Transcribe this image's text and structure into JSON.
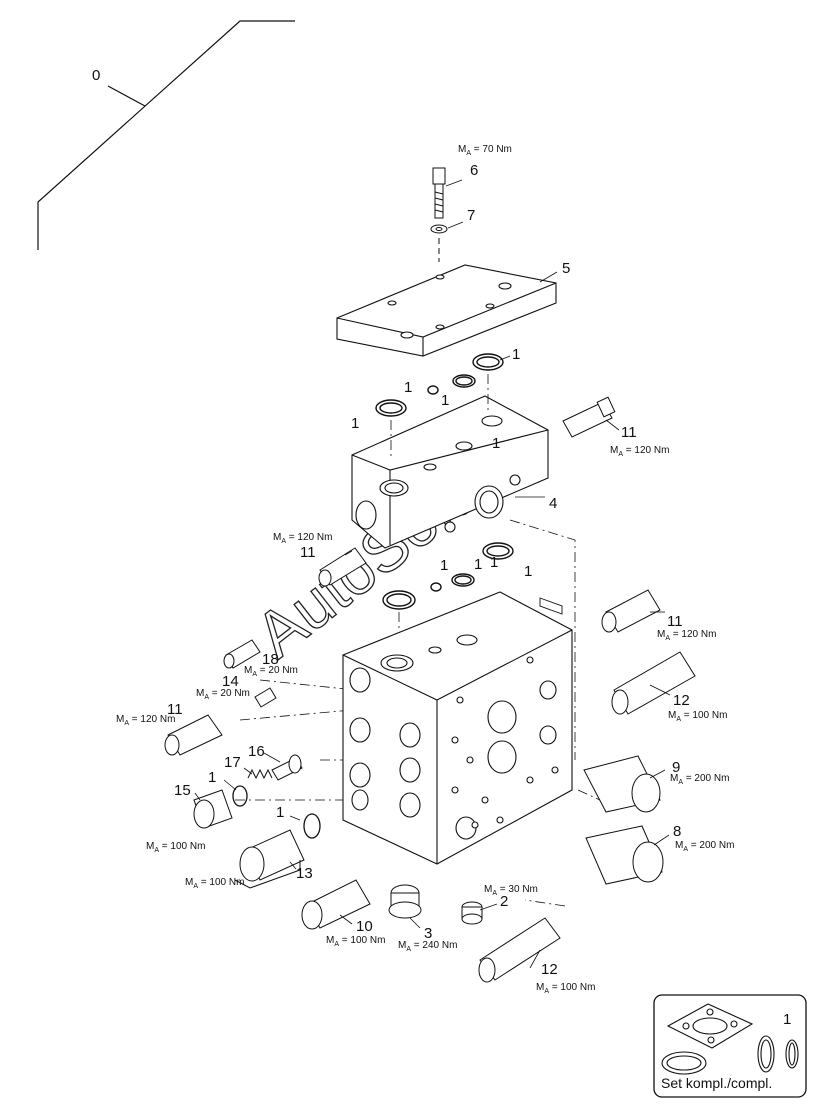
{
  "watermark": "AutoSoft",
  "labels": {
    "l0": "0",
    "l1a": "1",
    "l1b": "1",
    "l1c": "1",
    "l1d": "1",
    "l1e": "1",
    "l1f": "1",
    "l1g": "1",
    "l1h": "1",
    "l1i": "1",
    "l1j": "1",
    "l2": "2",
    "l3": "3",
    "l4": "4",
    "l5": "5",
    "l6": "6",
    "l7": "7",
    "l8": "8",
    "l9": "9",
    "l10": "10",
    "l11a": "11",
    "l11b": "11",
    "l11c": "11",
    "l11d": "11",
    "l12a": "12",
    "l12b": "12",
    "l13": "13",
    "l14": "14",
    "l15": "15",
    "l16": "16",
    "l17": "17",
    "l18": "18"
  },
  "torques": {
    "t6": "70 Nm",
    "t11a": "120 Nm",
    "t11b": "120 Nm",
    "t11c": "120 Nm",
    "t11d": "120 Nm",
    "t18": "20 Nm",
    "t14": "20 Nm",
    "t12a": "100 Nm",
    "t12b": "100 Nm",
    "t9": "200 Nm",
    "t8": "200 Nm",
    "t15": "100 Nm",
    "t13": "100 Nm",
    "t10": "100 Nm",
    "t3": "240 Nm",
    "t2": "30 Nm"
  },
  "torque_symbol": "M",
  "torque_subscript": "A",
  "kit": {
    "number": "1",
    "text": "Set kompl./compl."
  }
}
